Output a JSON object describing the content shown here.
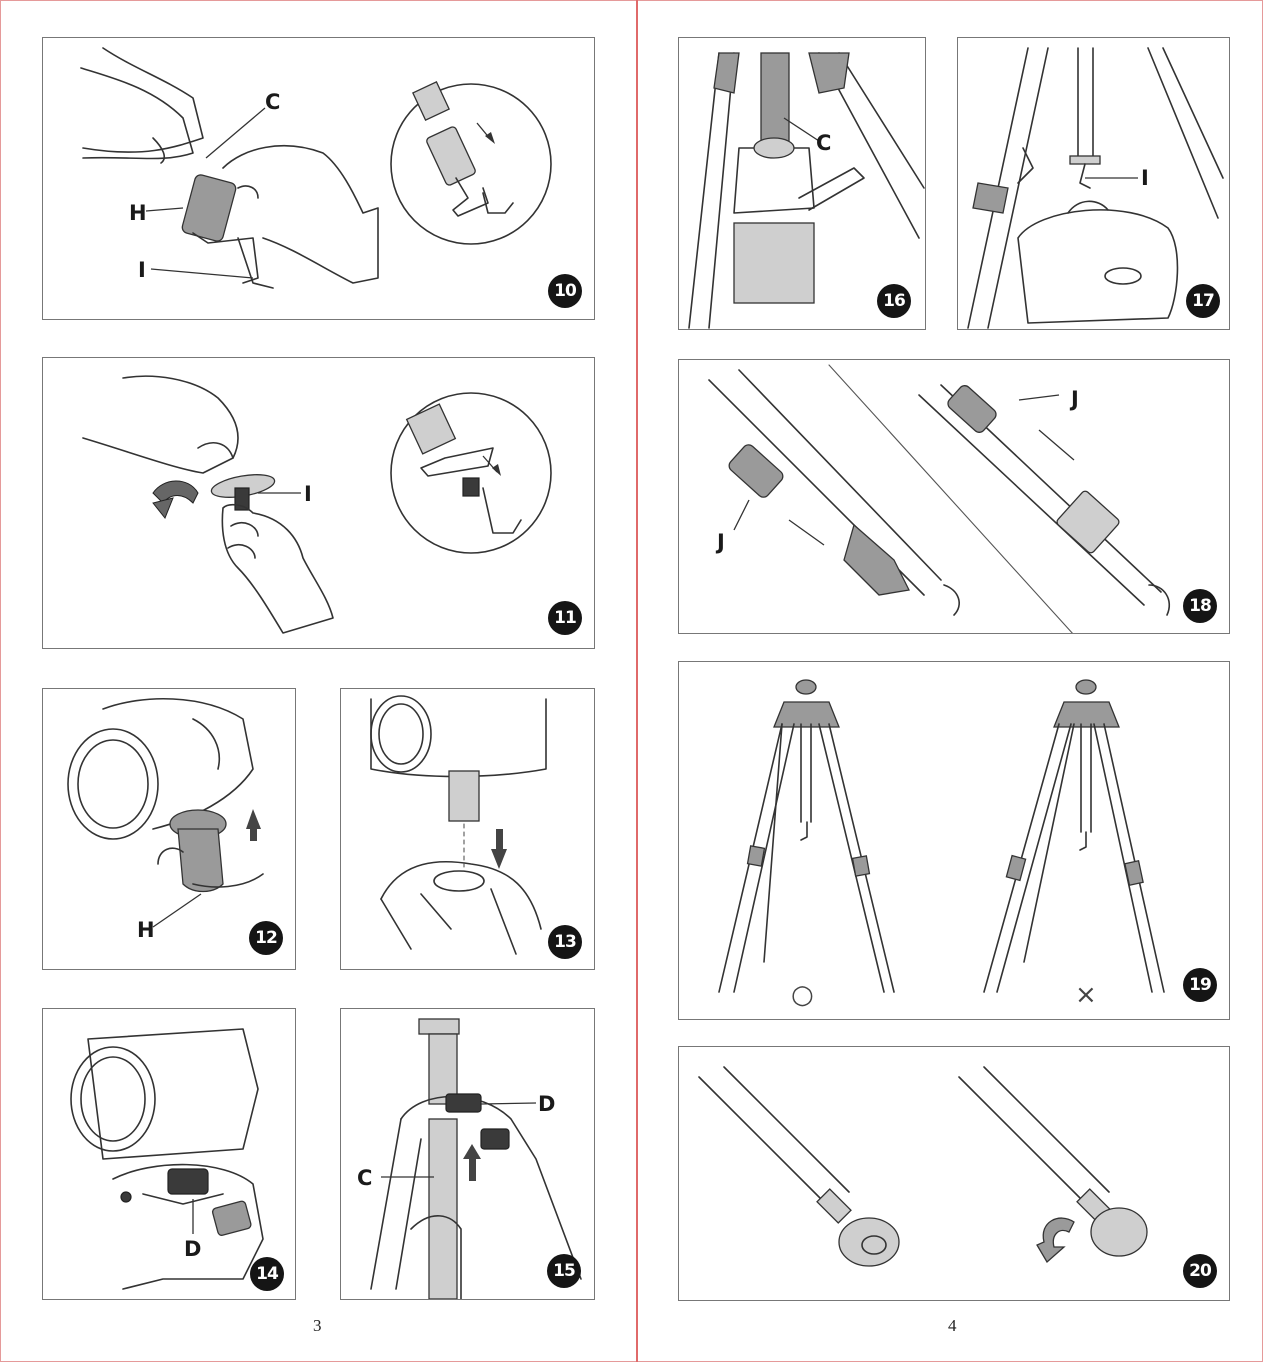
{
  "pages": {
    "left_number": "3",
    "right_number": "4"
  },
  "steps": [
    {
      "number": "10",
      "labels": [
        "C",
        "H",
        "I"
      ]
    },
    {
      "number": "11",
      "labels": [
        "I"
      ]
    },
    {
      "number": "12",
      "labels": [
        "H"
      ]
    },
    {
      "number": "13",
      "labels": []
    },
    {
      "number": "14",
      "labels": [
        "D"
      ]
    },
    {
      "number": "15",
      "labels": [
        "D",
        "C"
      ]
    },
    {
      "number": "16",
      "labels": [
        "C"
      ]
    },
    {
      "number": "17",
      "labels": [
        "I"
      ]
    },
    {
      "number": "18",
      "labels": [
        "J",
        "J"
      ]
    },
    {
      "number": "19",
      "labels": [],
      "marks": {
        "correct": "○",
        "incorrect": "×"
      }
    },
    {
      "number": "20",
      "labels": []
    }
  ],
  "colors": {
    "spine": "#e06a6a",
    "badge": "#151515",
    "panel_border": "#777777"
  }
}
